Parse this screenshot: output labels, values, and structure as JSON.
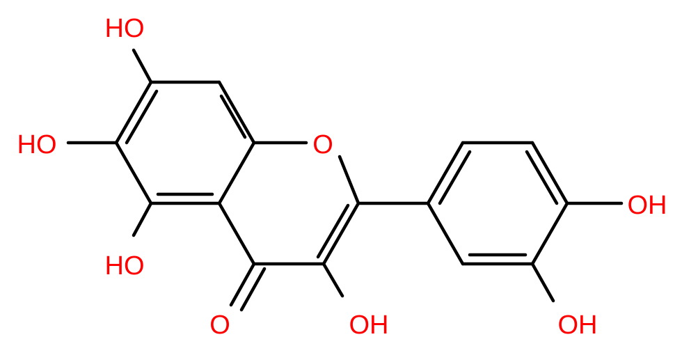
{
  "labels": {
    "oh_c7": "HO",
    "oh_c6": "HO",
    "oh_c5": "HO",
    "o_ring": "O",
    "o_carbonyl": "O",
    "oh_c3": "OH",
    "oh_c4p": "OH",
    "oh_c3p": "OH"
  },
  "colors": {
    "bond": "#000000",
    "heteroatom": "#ff0000",
    "background": "#ffffff"
  }
}
